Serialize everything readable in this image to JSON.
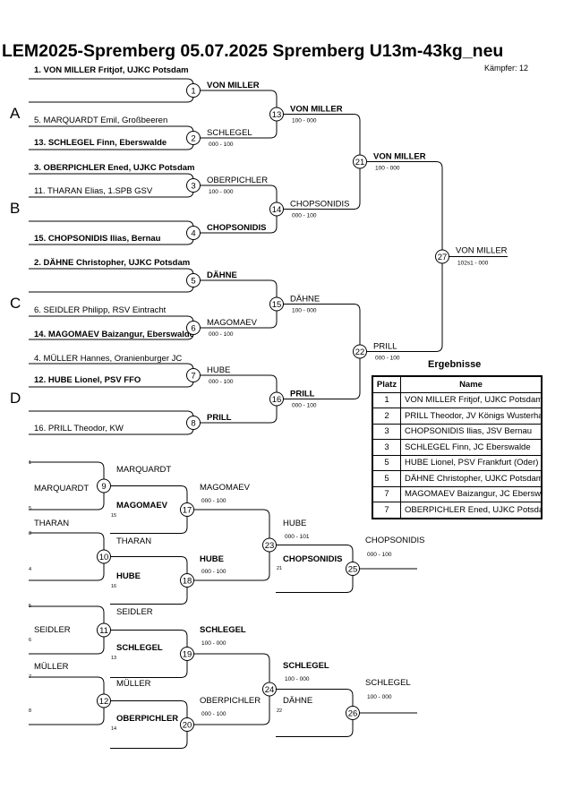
{
  "header": {
    "title": "LEM2025-Spremberg  05.07.2025  Spremberg   U13m-43kg_neu",
    "kaempfer": "Kämpfer: 12"
  },
  "groups": [
    "A",
    "B",
    "C",
    "D"
  ],
  "entries": [
    {
      "label": "1. VON MILLER Fritjof, UJKC Potsdam",
      "bold": true
    },
    {
      "label": "5. MARQUARDT Emil, Großbeeren",
      "bold": false
    },
    {
      "label": "13. SCHLEGEL Finn, Eberswalde",
      "bold": true
    },
    {
      "label": "3. OBERPICHLER Ened, UJKC Potsdam",
      "bold": true
    },
    {
      "label": "11. THARAN Elias, 1.SPB GSV",
      "bold": false
    },
    {
      "label": "15. CHOPSONIDIS Ilias, Bernau",
      "bold": true
    },
    {
      "label": "2. DÄHNE Christopher, UJKC Potsdam",
      "bold": true
    },
    {
      "label": "6. SEIDLER Philipp, RSV Eintracht",
      "bold": false
    },
    {
      "label": "14. MAGOMAEV Baizangur, Eberswalde",
      "bold": true
    },
    {
      "label": "4. MÜLLER Hannes, Oranienburger JC",
      "bold": false
    },
    {
      "label": "12. HUBE Lionel, PSV FFO",
      "bold": true
    },
    {
      "label": "16. PRILL Theodor, KW",
      "bold": false
    }
  ],
  "fights": [
    {
      "no": "1",
      "winner": "VON MILLER",
      "bold": true,
      "score": ""
    },
    {
      "no": "2",
      "winner": "SCHLEGEL",
      "bold": false,
      "score": "000 - 100"
    },
    {
      "no": "3",
      "winner": "OBERPICHLER",
      "bold": false,
      "score": "100 - 000"
    },
    {
      "no": "4",
      "winner": "CHOPSONIDIS",
      "bold": true,
      "score": ""
    },
    {
      "no": "5",
      "winner": "DÄHNE",
      "bold": true,
      "score": ""
    },
    {
      "no": "6",
      "winner": "MAGOMAEV",
      "bold": false,
      "score": "000 - 100"
    },
    {
      "no": "7",
      "winner": "HUBE",
      "bold": false,
      "score": "000 - 100"
    },
    {
      "no": "8",
      "winner": "PRILL",
      "bold": true,
      "score": ""
    },
    {
      "no": "13",
      "winner": "VON MILLER",
      "bold": true,
      "score": "100 - 000"
    },
    {
      "no": "14",
      "winner": "CHOPSONIDIS",
      "bold": false,
      "score": "000 - 100"
    },
    {
      "no": "15",
      "winner": "DÄHNE",
      "bold": false,
      "score": "100 - 000"
    },
    {
      "no": "16",
      "winner": "PRILL",
      "bold": true,
      "score": "000 - 100"
    },
    {
      "no": "21",
      "winner": "VON MILLER",
      "bold": true,
      "score": "100 - 000"
    },
    {
      "no": "22",
      "winner": "PRILL",
      "bold": false,
      "score": "000 - 100"
    },
    {
      "no": "27",
      "winner": "VON MILLER",
      "bold": false,
      "score": "102s1 - 000"
    }
  ],
  "repechage": {
    "seeds": [
      "1",
      "5",
      "15",
      "3",
      "4",
      "16",
      "5",
      "6",
      "13",
      "7",
      "8",
      "14",
      "21",
      "22"
    ],
    "names": [
      {
        "text": "MARQUARDT",
        "bold": false
      },
      {
        "text": "MAGOMAEV",
        "bold": true
      },
      {
        "text": "THARAN",
        "bold": false
      },
      {
        "text": "THARAN",
        "bold": false
      },
      {
        "text": "HUBE",
        "bold": true
      },
      {
        "text": "SEIDLER",
        "bold": false
      },
      {
        "text": "SCHLEGEL",
        "bold": true
      },
      {
        "text": "MÜLLER",
        "bold": false
      },
      {
        "text": "MÜLLER",
        "bold": false
      },
      {
        "text": "OBERPICHLER",
        "bold": true
      },
      {
        "text": "DÄHNE",
        "bold": false
      }
    ],
    "fights": [
      {
        "no": "9",
        "winner": "MARQUARDT",
        "bold": false,
        "score": ""
      },
      {
        "no": "10",
        "winner": "THARAN",
        "bold": false,
        "score": ""
      },
      {
        "no": "11",
        "winner": "SEIDLER",
        "bold": false,
        "score": ""
      },
      {
        "no": "12",
        "winner": "MÜLLER",
        "bold": false,
        "score": ""
      },
      {
        "no": "17",
        "winner": "MAGOMAEV",
        "bold": false,
        "score": "000 - 100"
      },
      {
        "no": "18",
        "winner": "HUBE",
        "bold": false,
        "score": "000 - 100"
      },
      {
        "no": "19",
        "winner": "SCHLEGEL",
        "bold": true,
        "score": "100 - 000"
      },
      {
        "no": "20",
        "winner": "OBERPICHLER",
        "bold": false,
        "score": "000 - 100"
      },
      {
        "no": "23",
        "winner": "HUBE",
        "bold": false,
        "score": "000 - 101"
      },
      {
        "no": "24",
        "winner": "SCHLEGEL",
        "bold": true,
        "score": "100 - 000"
      },
      {
        "no": "25",
        "winner": "CHOPSONIDIS",
        "bold": false,
        "score": "000 - 100"
      },
      {
        "no": "26",
        "winner": "SCHLEGEL",
        "bold": false,
        "score": "100 - 000"
      }
    ]
  },
  "results": {
    "title": "Ergebnisse",
    "col_platz": "Platz",
    "col_name": "Name",
    "rows": [
      {
        "platz": "1",
        "name": "VON MILLER Fritjof, UJKC Potsdam"
      },
      {
        "platz": "2",
        "name": "PRILL Theodor, JV Königs Wusterhausen"
      },
      {
        "platz": "3",
        "name": "CHOPSONIDIS Ilias, JSV Bernau"
      },
      {
        "platz": "3",
        "name": "SCHLEGEL Finn, JC Eberswalde"
      },
      {
        "platz": "5",
        "name": "HUBE Lionel, PSV Frankfurt (Oder)"
      },
      {
        "platz": "5",
        "name": "DÄHNE Christopher, UJKC Potsdam"
      },
      {
        "platz": "7",
        "name": "MAGOMAEV Baizangur, JC Eberswalde"
      },
      {
        "platz": "7",
        "name": "OBERPICHLER Ened, UJKC Potsdam"
      }
    ]
  }
}
